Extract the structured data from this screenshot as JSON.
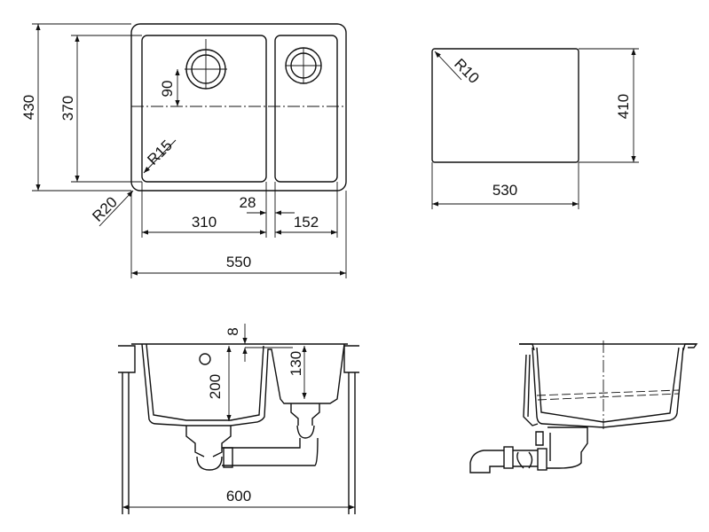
{
  "top_view": {
    "overall_depth": "430",
    "bowl_depth": "370",
    "drain_offset": "90",
    "inner_radius": "R15",
    "outer_radius": "R20",
    "main_bowl_width": "310",
    "divider_width": "28",
    "small_bowl_width": "152",
    "overall_width": "550"
  },
  "cutout_view": {
    "corner_radius": "R10",
    "cutout_depth": "410",
    "cutout_width": "530"
  },
  "front_view": {
    "rim_offset": "8",
    "small_bowl_depth": "130",
    "main_bowl_depth": "200",
    "cabinet_width": "600"
  }
}
